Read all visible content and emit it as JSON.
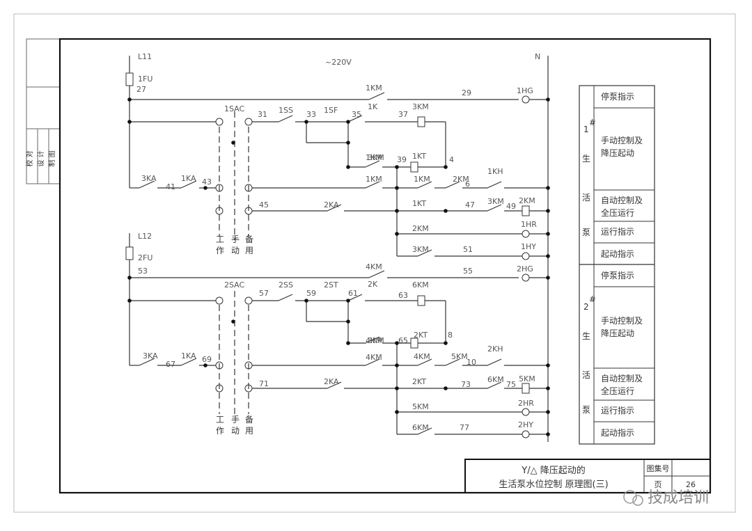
{
  "header": {
    "voltage": "~220V",
    "neutral": "N",
    "line1": "L11",
    "line2": "L12",
    "fuse1": "1FU",
    "fuse2": "2FU"
  },
  "left_strip": [
    "校 对",
    "设 计",
    "制 图"
  ],
  "circuit_labels": [
    "27",
    "1KM",
    "29",
    "1HG",
    "1SAC",
    "31",
    "1SS",
    "33",
    "1SF",
    "35",
    "1K",
    "37",
    "3KM",
    "1KM",
    "3KM",
    "39",
    "1KT",
    "4",
    "1KH",
    "3KA",
    "41",
    "1KA",
    "43",
    "1KM",
    "1KM",
    "2KM",
    "6",
    "45",
    "2KA",
    "1KT",
    "47",
    "3KM",
    "49",
    "2KM",
    "2KM",
    "1HR",
    "3KM",
    "51",
    "1HY",
    "53",
    "4KM",
    "55",
    "2HG",
    "2SAC",
    "57",
    "2SS",
    "59",
    "2ST",
    "61",
    "2K",
    "63",
    "6KM",
    "4KM",
    "3KM",
    "65",
    "2KT",
    "8",
    "3KA",
    "67",
    "1KA",
    "69",
    "4KM",
    "4KM",
    "5KM",
    "10",
    "2KH",
    "71",
    "2KA",
    "2KT",
    "73",
    "6KM",
    "75",
    "5KM",
    "5KM",
    "2HR",
    "6KM",
    "77",
    "2HY"
  ],
  "switch_pos1": [
    "工",
    "作",
    "手",
    "动",
    "备",
    "用"
  ],
  "switch_pos2": [
    "工",
    "作",
    "手",
    "动",
    "备",
    "用"
  ],
  "right_labels": {
    "pump1_group": [
      "1",
      "#",
      "生",
      "活",
      "泵"
    ],
    "pump1": [
      "停泵指示",
      "手动控制及",
      "降压起动",
      "自动控制及",
      "全压运行",
      "运行指示",
      "起动指示"
    ],
    "pump2_group": [
      "2",
      "#",
      "生",
      "活",
      "泵"
    ],
    "pump2": [
      "停泵指示",
      "手动控制及",
      "降压起动",
      "自动控制及",
      "全压运行",
      "运行指示",
      "起动指示"
    ]
  },
  "title_block": {
    "title_line1": "Y/△ 降压起动的",
    "title_line2": "生活泵水位控制 原理图(三)",
    "atlas_label": "图集号",
    "page_label": "页",
    "page_number": "26"
  },
  "watermark": "技成培训"
}
